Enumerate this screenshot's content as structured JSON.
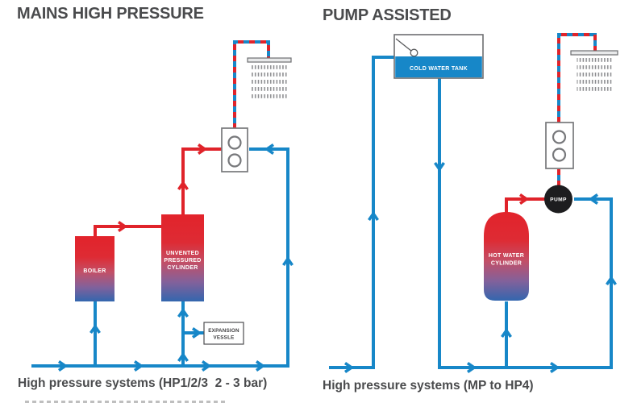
{
  "colors": {
    "pipe_blue": "#1787c8",
    "pipe_red": "#e0232a",
    "tank_gradient_top_red": "#e2232b",
    "tank_gradient_bottom_blue": "#3366ae",
    "cold_water_blue": "#1787c8",
    "pump_black": "#1d1d1f",
    "outline_gray": "#77787b",
    "text_dark_gray": "#4a4b4d",
    "label_white": "#ffffff"
  },
  "left_panel": {
    "title": "MAINS HIGH PRESSURE",
    "caption": "High pressure systems (HP1/2/3  2 - 3 bar)",
    "boiler_label": "BOILER",
    "cylinder_label_lines": [
      "UNVENTED",
      "PRESSURED",
      "CYLINDER"
    ],
    "expansion_label_lines": [
      "EXPANSION",
      "VESSLE"
    ]
  },
  "right_panel": {
    "title": "PUMP ASSISTED",
    "caption": "High pressure systems (MP to HP4)",
    "tank_label": "COLD WATER TANK",
    "cylinder_label_lines": [
      "HOT WATER",
      "CYLINDER"
    ],
    "pump_label": "PUMP"
  }
}
